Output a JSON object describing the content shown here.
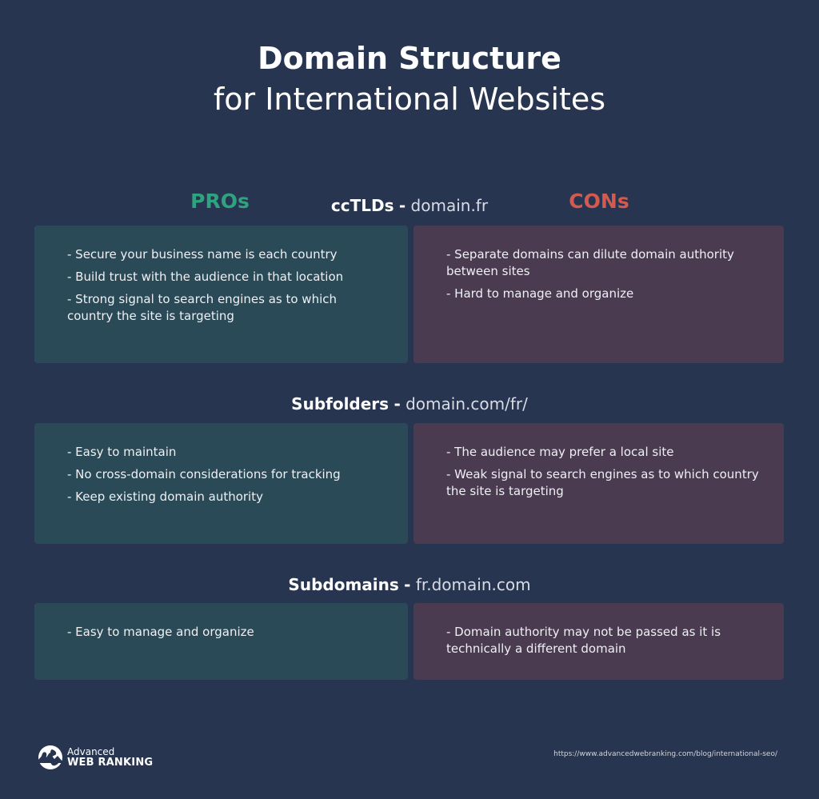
{
  "header": {
    "title": "Domain Structure",
    "subtitle": "for International Websites"
  },
  "columns": {
    "pros": "PROs",
    "cons": "CONs"
  },
  "separator": "-",
  "colors": {
    "background": "#283550",
    "pros_heading": "#2fa37f",
    "cons_heading": "#d35a4f",
    "pros_box": "#2b4a57",
    "cons_box": "#4a3b50"
  },
  "sections": [
    {
      "label": "ccTLDs",
      "domain": "domain.fr",
      "pros": [
        "- Secure your business name is each country",
        "- Build trust with the audience in that location",
        "- Strong signal to search engines as to which country the site is targeting"
      ],
      "cons": [
        "- Separate domains can dilute domain authority between sites",
        "- Hard to manage and organize"
      ]
    },
    {
      "label": "Subfolders",
      "domain": "domain.com/fr/",
      "pros": [
        "- Easy to maintain",
        "- No cross-domain considerations for tracking",
        "- Keep existing domain authority"
      ],
      "cons": [
        "- The audience may prefer a local site",
        "- Weak signal to search engines as to which country the site is targeting"
      ]
    },
    {
      "label": "Subdomains",
      "domain": "fr.domain.com",
      "pros": [
        "- Easy to manage and organize"
      ],
      "cons": [
        "- Domain authority may not be passed as it is technically a different domain"
      ]
    }
  ],
  "footer": {
    "logo_line1": "Advanced",
    "logo_line2": "WEB RANKING",
    "logo_icon": "globe-icon",
    "url": "https://www.advancedwebranking.com/blog/international-seo/"
  }
}
